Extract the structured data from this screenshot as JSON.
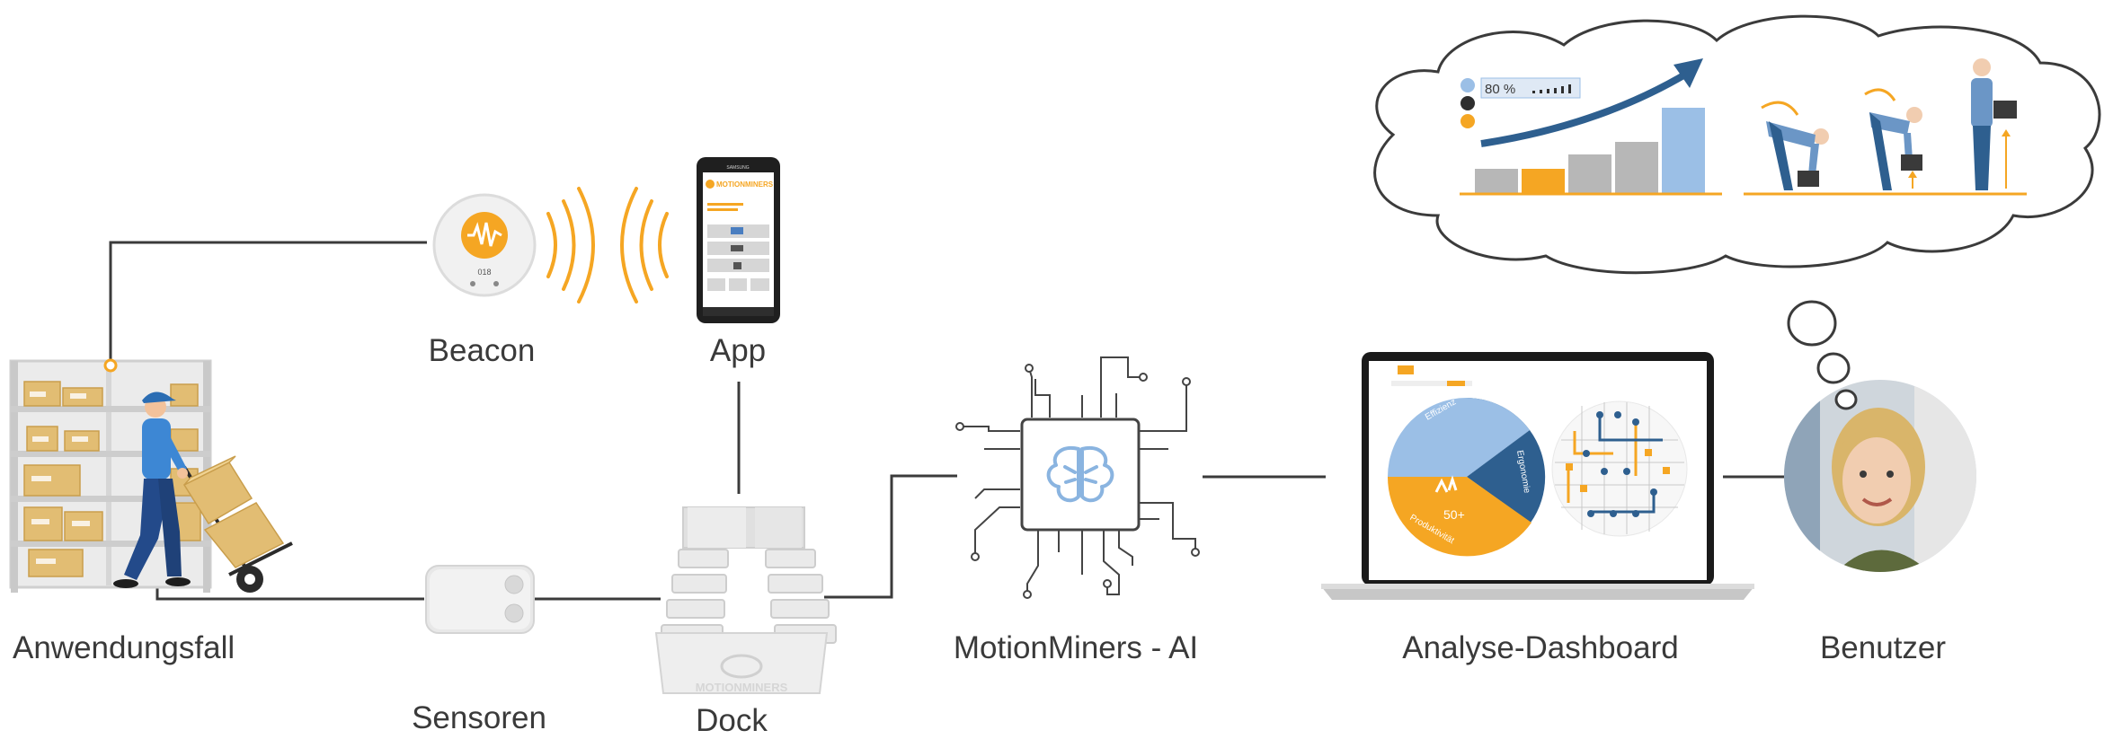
{
  "nodes": {
    "use_case": {
      "label": "Anwendungsfall",
      "icon": "warehouse-worker-icon"
    },
    "beacon": {
      "label": "Beacon",
      "icon": "beacon-icon",
      "device_id": "018"
    },
    "app": {
      "label": "App",
      "icon": "smartphone-icon",
      "brand": "MOTIONMINERS",
      "phone_brand": "SAMSUNG"
    },
    "sensors": {
      "label": "Sensoren",
      "icon": "sensor-icon"
    },
    "dock": {
      "label": "Dock",
      "icon": "dock-icon",
      "engraving": "MOTIONMINERS"
    },
    "ai": {
      "label": "MotionMiners - AI",
      "icon": "brain-chip-icon"
    },
    "dashboard": {
      "label": "Analyse-Dashboard",
      "icon": "laptop-icon",
      "pie_labels": {
        "efficiency": "Effizienz",
        "ergonomics": "Ergonomie",
        "productivity": "Produktivität"
      },
      "pie_center": "50+"
    },
    "user": {
      "label": "Benutzer",
      "icon": "user-avatar-icon"
    }
  },
  "thought_bubble": {
    "readout": "80 %",
    "icon": "thought-cloud-icon"
  },
  "colors": {
    "line": "#3b3b3b",
    "accent": "#f5a623",
    "blue_light": "#9bbfe6",
    "blue_dark": "#2e5f8f",
    "grey": "#b7b7b7"
  }
}
